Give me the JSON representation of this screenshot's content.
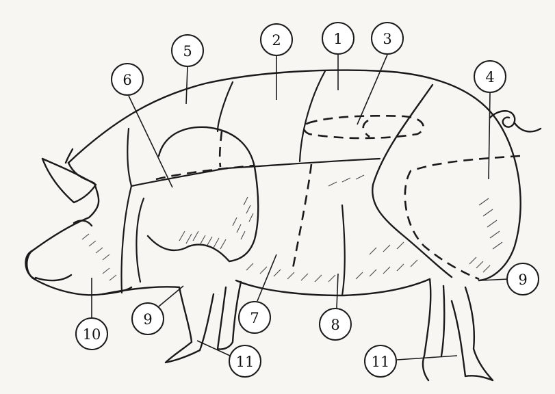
{
  "labels": {
    "l1": "1",
    "l2": "2",
    "l3": "3",
    "l4": "4",
    "l5": "5",
    "l6": "6",
    "l7": "7",
    "l8": "8",
    "l9_front": "9",
    "l9_rear": "9",
    "l10": "10",
    "l11_front": "11",
    "l11_rear": "11"
  },
  "colors": {
    "ink": "#1a1a1a",
    "paper": "#f7f6f2"
  }
}
